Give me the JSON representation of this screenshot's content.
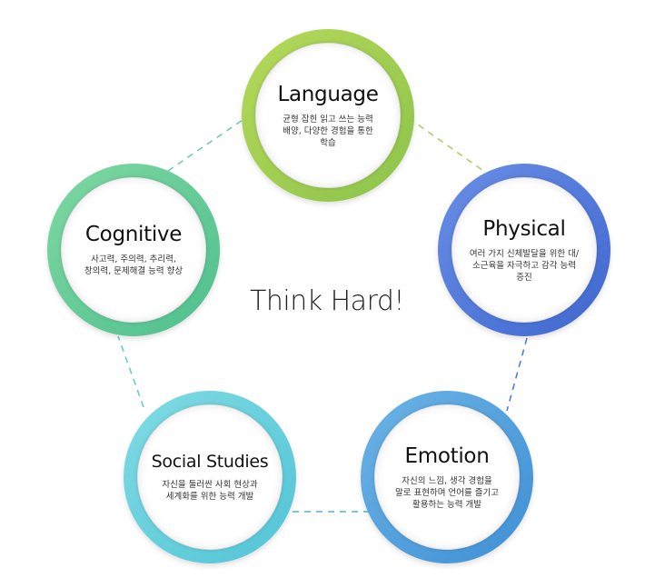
{
  "center_text": "Think Hard!",
  "nodes": [
    {
      "id": "language",
      "title": "Language",
      "desc": "균형 잡힌 읽고 쓰는 능력 배양, 다양한 경험을 통한 학습",
      "ring_from": "#b6d95a",
      "ring_to": "#8cc34a"
    },
    {
      "id": "physical",
      "title": "Physical",
      "desc": "여러 가지 신체발달을 위한 대/소근육을 자극하고 감각 능력 증진",
      "ring_from": "#6a8fe6",
      "ring_to": "#3f66cf"
    },
    {
      "id": "emotion",
      "title": "Emotion",
      "desc": "자신의 느낌, 생각 경험을 말로 표현하며 언어를 즐기고 활용하는 능력 개발",
      "ring_from": "#6cb4e6",
      "ring_to": "#3f8fd4"
    },
    {
      "id": "social",
      "title": "Social Studies",
      "desc": "자신을 둘러싼 사회 현상과 세계화를 위한 능력 개발",
      "ring_from": "#80dbe3",
      "ring_to": "#52c4d6"
    },
    {
      "id": "cognitive",
      "title": "Cognitive",
      "desc": "사고력, 주의력, 추리력, 창의력, 문제해결 능력 향상",
      "ring_from": "#7fd8a2",
      "ring_to": "#4fbf8e"
    }
  ],
  "connector_colors": {
    "language_physical": "#a9d15f",
    "physical_emotion": "#4f7fd6",
    "emotion_social": "#5aaed8",
    "social_cognitive": "#6cc7d8",
    "cognitive_language": "#70ccb0"
  }
}
